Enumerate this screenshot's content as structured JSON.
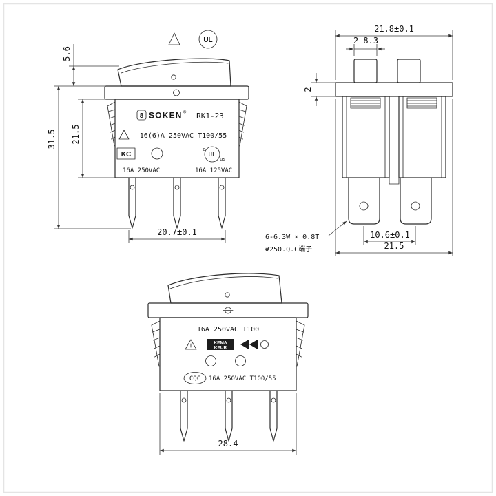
{
  "top_marks": {
    "ul": "UL"
  },
  "front": {
    "dims": {
      "actuator": "5.6",
      "overall": "31.5",
      "body": "21.5",
      "width": "20.7±0.1"
    },
    "brand": {
      "logo": "8",
      "name": "SOKEN",
      "reg": "®",
      "model": "RK1-23"
    },
    "ratings": {
      "main": "16(6)A 250VAC T100/55",
      "left": "16A 250VAC",
      "right": "16A 125VAC"
    },
    "certs": {
      "kc": "KC",
      "c": "c",
      "ul": "UL",
      "us": "us"
    }
  },
  "side": {
    "dims": {
      "overall": "21.8±0.1",
      "rib": "2-8.3",
      "lip": "2",
      "pitch": "10.6±0.1",
      "width": "21.5"
    },
    "note": {
      "line1": "6-6.3W × 0.8T",
      "line2": "#250.Q.C端子"
    }
  },
  "bottom": {
    "dims": {
      "width": "28.4"
    },
    "ratings": {
      "top": "16A 250VAC T100",
      "bottom": "16A 250VAC T100/55"
    },
    "certs": {
      "kema_line1": "KEMA",
      "kema_line2": "KEUR",
      "cqc": "CQC"
    }
  }
}
